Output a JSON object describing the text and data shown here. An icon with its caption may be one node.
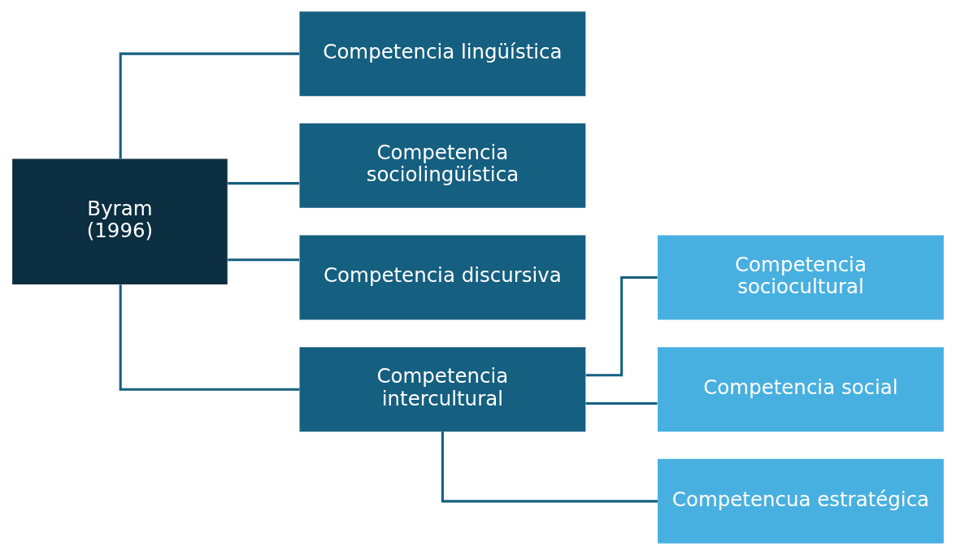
{
  "diagram": {
    "nodes": [
      {
        "text": [
          "Byram (1996)"
        ]
      },
      {
        "text": [
          "Competencia lingüística"
        ]
      },
      {
        "text": [
          "Competencia sociolingüística"
        ]
      },
      {
        "text": [
          "Competencia discursiva"
        ]
      },
      {
        "text": [
          "Competencia intercultural"
        ]
      },
      {
        "text": [
          "Competencia sociocultural"
        ]
      },
      {
        "text": [
          "Competencia social"
        ]
      },
      {
        "text": [
          "Competencua estratégica"
        ]
      }
    ],
    "edges": [
      {
        "from": 0,
        "to": 1,
        "arrow": "none"
      },
      {
        "from": 0,
        "to": 2,
        "arrow": "none"
      },
      {
        "from": 0,
        "to": 3,
        "arrow": "none"
      },
      {
        "from": 0,
        "to": 4,
        "arrow": "none"
      },
      {
        "from": 4,
        "to": 5,
        "arrow": "none"
      },
      {
        "from": 4,
        "to": 6,
        "arrow": "none"
      },
      {
        "from": 4,
        "to": 7,
        "arrow": "none"
      }
    ]
  }
}
